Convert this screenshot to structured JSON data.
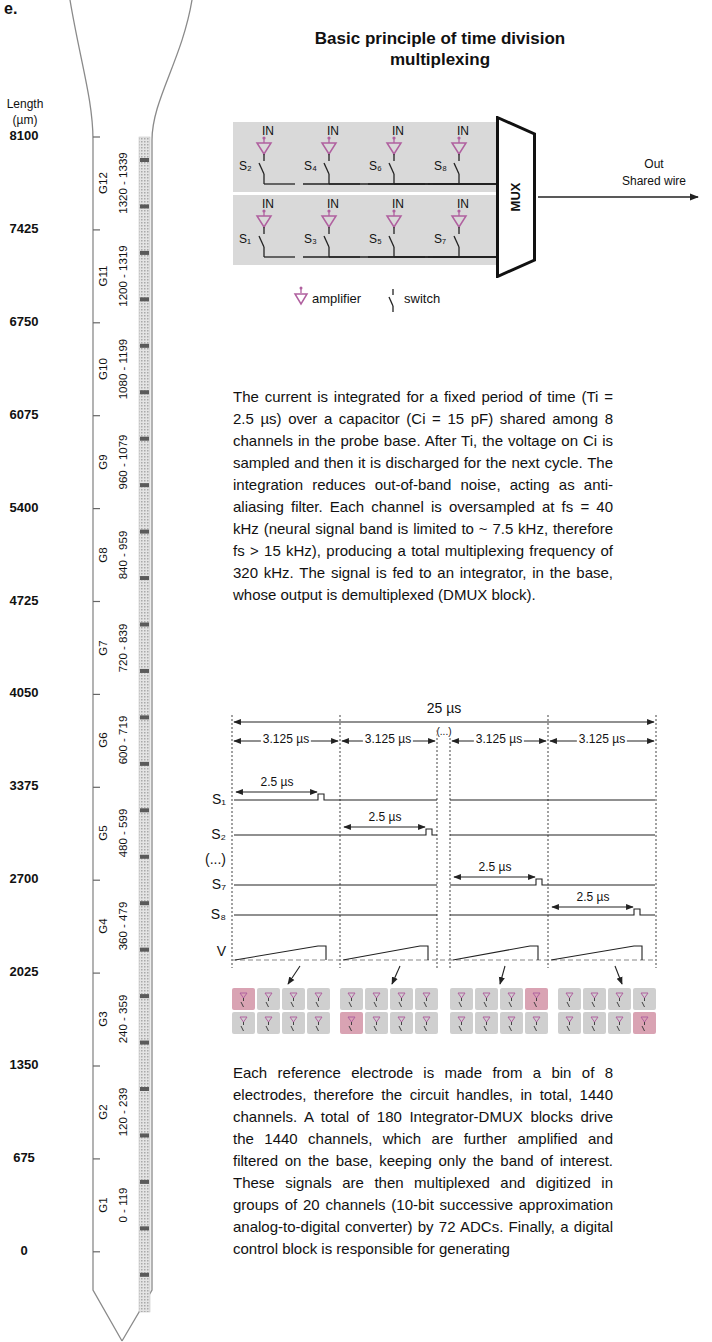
{
  "diagram": {
    "title": "Basic principle of time division multiplexing",
    "nodes": [
      {
        "text": [
          "IN",
          "S₂"
        ]
      },
      {
        "text": [
          "IN",
          "S₄"
        ]
      },
      {
        "text": [
          "IN",
          "S₆"
        ]
      },
      {
        "text": [
          "IN",
          "S₈"
        ]
      },
      {
        "text": [
          "IN",
          "S₁"
        ]
      },
      {
        "text": [
          "IN",
          "S₃"
        ]
      },
      {
        "text": [
          "IN",
          "S₅"
        ]
      },
      {
        "text": [
          "IN",
          "S₇"
        ]
      },
      {
        "text": [
          "MUX"
        ]
      }
    ],
    "edges": [
      {
        "from": 0,
        "to": 8,
        "arrow": "none"
      },
      {
        "from": 1,
        "to": 8,
        "arrow": "none"
      },
      {
        "from": 2,
        "to": 8,
        "arrow": "none"
      },
      {
        "from": 3,
        "to": 8,
        "arrow": "none"
      },
      {
        "from": 4,
        "to": 8,
        "arrow": "none"
      },
      {
        "from": 5,
        "to": 8,
        "arrow": "none"
      },
      {
        "from": 6,
        "to": 8,
        "arrow": "none"
      },
      {
        "from": 7,
        "to": 8,
        "arrow": "none"
      }
    ],
    "labels": [
      "e.",
      "Length (µm)",
      "8100",
      "7425",
      "6750",
      "6075",
      "5400",
      "4725",
      "4050",
      "3375",
      "2700",
      "2025",
      "1350",
      "675",
      "0",
      "G12",
      "1320 - 1339",
      "G11",
      "1200 - 1319",
      "G10",
      "1080 - 1199",
      "G9",
      "960 - 1079",
      "G8",
      "840 - 959",
      "G7",
      "720 - 839",
      "G6",
      "600 - 719",
      "G5",
      "480 - 599",
      "G4",
      "360 - 479",
      "G3",
      "240 - 359",
      "G2",
      "120 - 239",
      "G1",
      "0 - 119",
      "Out",
      "Shared wire",
      "The current is integrated for a fixed period of time (Ti = 2.5 µs) over a capacitor (Ci = 15 pF) shared among 8 channels in the probe base. After Ti, the voltage on Ci is sampled and then it is discharged for the next cycle. The integration reduces out-of-band noise, acting as anti-aliasing filter. Each channel is oversampled at fs = 40 kHz (neural signal band is limited to ~ 7.5 kHz, therefore fs > 15 kHz), producing a total multiplexing frequency of 320 kHz. The signal is fed to an integrator, in the base, whose output is demultiplexed (DMUX block).",
      "25 µs",
      "3.125 µs",
      "3.125 µs",
      "3.125 µs",
      "3.125 µs",
      "(...)",
      "S₁",
      "S₂",
      "(...)",
      "S₇",
      "S₈",
      "V",
      "2.5 µs",
      "2.5 µs",
      "2.5 µs",
      "2.5 µs",
      "Each reference electrode is made from a bin of 8 electrodes, therefore the circuit handles, in total, 1440 channels. A total of 180 Integrator-DMUX blocks drive the 1440 channels, which are further amplified and filtered on the base, keeping only the band of interest. These signals are then multiplexed and digitized in groups of 20 channels (10-bit successive approximation analog-to-digital converter) by 72 ADCs. Finally, a digital control block is responsible for generating"
    ],
    "legend": [
      {
        "text": "amplifier"
      },
      {
        "text": "switch"
      }
    ]
  }
}
